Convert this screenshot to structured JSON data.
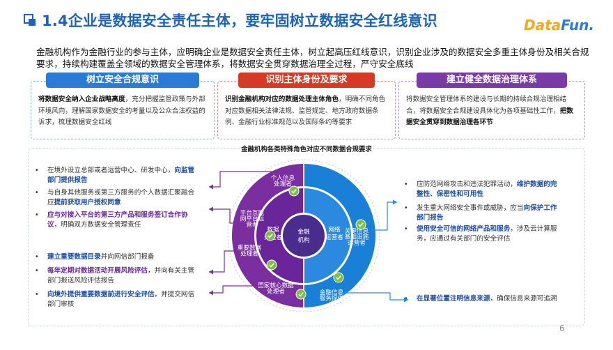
{
  "header": {
    "title": "1.4企业是数据安全责任主体，要牢固树立数据安全红线意识",
    "logo_prefix": "Data",
    "logo_suffix": "Fun."
  },
  "intro": "金融机构作为金融行业的参与主体，应明确企业是数据安全责任主体，树立起高压红线意识，识别企业涉及的数据安全多重主体身份及相关合规要求，持续构建覆盖全领域的数据安全管理体系，将数据安全贯穿数据治理全过程，严守安全底线",
  "columns": [
    {
      "title": "树立安全合规意识",
      "color": "#2a7bd8",
      "bold": "将数据安全纳入企业战略高度",
      "text": "，充分把握监管政策与外部环境风向，理解国家数据安全的考量以及公众合法权益的诉求，梳理数据安全红线"
    },
    {
      "title": "识别主体身份及要求",
      "color": "#d63a26",
      "bold": "识别金融机构对应的数据处理主体角色",
      "text": "，明确不同角色对应数据相关法律法规、监管规定、地方政府数据条例、金融行业标准规范以及国际条约等要求"
    },
    {
      "title": "建立健全数据治理体系",
      "color": "#7a3aa8",
      "text": "将数据安全管理体系的建设与长期的持续合规治理相结合，将数据安全合规建设具体化为各项基础性工作，",
      "bold": "把数据安全贯穿到数据治理各环节"
    }
  ],
  "diagram": {
    "caption": "金融机构各类特殊角色对应不同数据合规要求",
    "center_line1": "金融",
    "center_line2": "机构",
    "inner_left_line1": "数据",
    "inner_left_line2": "处理者",
    "inner_right_line1": "网络",
    "inner_right_line2": "运营者",
    "outer_roles": [
      [
        "个人信息",
        "处理者"
      ],
      [
        "平台互联",
        "网平台运",
        "营者"
      ],
      [
        "重要数据",
        "处理者"
      ],
      [
        "国家核心数据",
        "处理者"
      ],
      [
        "关键信息",
        "基础设施",
        "运营者"
      ],
      [
        "金融信息",
        "服务提供",
        "者"
      ]
    ],
    "colors": {
      "purple": "#7a2ea0",
      "blue": "#1a7fd6",
      "green": "#7bc043"
    }
  },
  "left_items": [
    {
      "pre": "在境外设立总部或者运营中心、研发中心，",
      "hl": "向监管部门提供报告",
      "post": ""
    },
    {
      "pre": "与自身其他服务或第三方服务的个人数据汇聚融合应",
      "hl": "提前获取用户授权同意",
      "post": ""
    },
    {
      "pre": "",
      "hl": "应与对接入平台的第三方产品和服务签订合作协议",
      "post": "，明确双方数据安全管理责任"
    },
    {
      "pre": "",
      "hl": "建立重要数据目录",
      "post": "并向网信部门报备"
    },
    {
      "pre": "",
      "hl": "每年定期对数据活动开展风险评估",
      "post": "，并向有关主管部门报送风险评估报告"
    },
    {
      "pre": "",
      "hl": "向境外提供重要数据前进行安全评估",
      "post": "，并提交网信部门审核"
    }
  ],
  "right_items": [
    {
      "pre": "应防范网络攻击和违法犯罪活动，",
      "hl": "维护数据的完整性、保密性和可用性",
      "post": ""
    },
    {
      "pre": "发生重大网络安全事件或威胁，应当",
      "hl": "向保护工作部门报告",
      "post": ""
    },
    {
      "pre": "",
      "hl": "使用安全可信的网络产品和服务",
      "post": "，涉及云计算服务，应通过有关部门的安全评估"
    },
    {
      "pre": "",
      "hl": "在显著位置注明信息来源",
      "post": "，确保信息来源可追溯"
    }
  ],
  "page_number": "6"
}
